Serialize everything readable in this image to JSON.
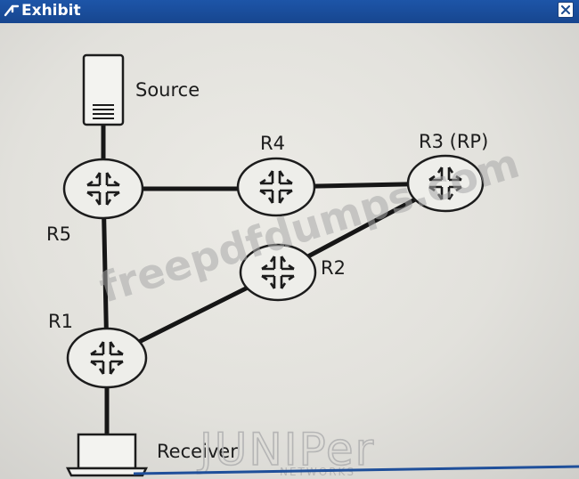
{
  "window": {
    "title": "Exhibit",
    "close_icon": "close-icon"
  },
  "diagram": {
    "nodes": {
      "source": "Source",
      "r4": "R4",
      "r3": "R3 (RP)",
      "r5": "R5",
      "r2": "R2",
      "r1": "R1",
      "receiver": "Receiver"
    },
    "watermark": "freepdfdumps.com",
    "brand": {
      "name": "JUNIPer",
      "tagline": "NETWORKS"
    }
  }
}
